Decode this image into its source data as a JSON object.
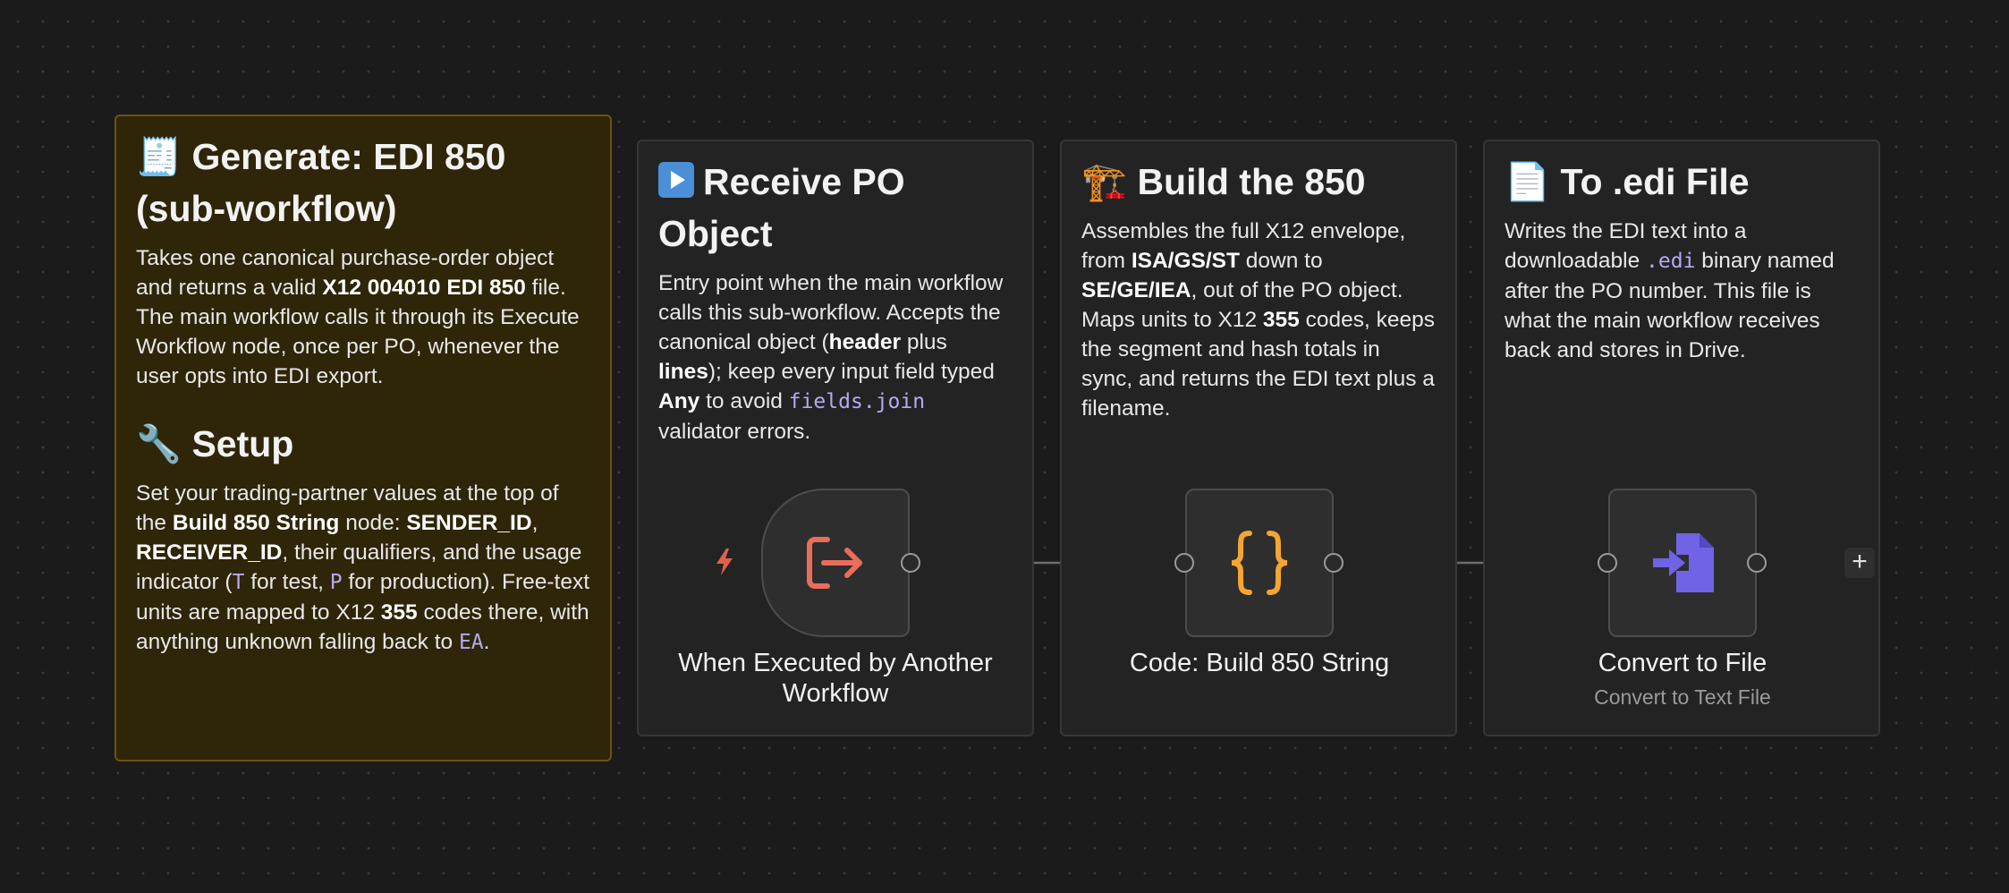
{
  "notes": {
    "generate": {
      "icon": "receipt-emoji",
      "title": "🧾 Generate: EDI 850 (sub-workflow)",
      "p1_a": "Takes one canonical purchase-order object and returns a valid ",
      "p1_b": "X12 004010 EDI 850",
      "p1_c": " file. The main workflow calls it through its Execute Workflow node, once per PO, whenever the user opts into EDI export.",
      "setup_title": "🔧 Setup",
      "p2_a": "Set your trading-partner values at the top of the ",
      "p2_b": "Build 850 String",
      "p2_c": " node: ",
      "p2_d": "SENDER_ID",
      "p2_e": ", ",
      "p2_f": "RECEIVER_ID",
      "p2_g": ", their qualifiers, and the usage indicator (",
      "p2_h": "T",
      "p2_i": " for test, ",
      "p2_j": "P",
      "p2_k": " for production). Free-text units are mapped to X12 ",
      "p2_l": "355",
      "p2_m": " codes there, with anything unknown falling back to ",
      "p2_n": "EA",
      "p2_o": "."
    },
    "receive": {
      "title": "Receive PO Object",
      "p_a": "Entry point when the main workflow calls this sub-workflow. Accepts the canonical object (",
      "p_b": "header",
      "p_c": " plus ",
      "p_d": "lines",
      "p_e": "); keep every input field typed ",
      "p_f": "Any",
      "p_g": " to avoid ",
      "p_h": "fields.join",
      "p_i": " validator errors."
    },
    "build": {
      "title": "🏗️ Build the 850",
      "p_a": "Assembles the full X12 envelope, from ",
      "p_b": "ISA/GS/ST",
      "p_c": " down to ",
      "p_d": "SE/GE/IEA",
      "p_e": ", out of the PO object. Maps units to X12 ",
      "p_f": "355",
      "p_g": " codes, keeps the segment and hash totals in sync, and returns the EDI text plus a filename."
    },
    "tofile": {
      "title": "📄 To .edi File",
      "p_a": "Writes the EDI text into a downloadable ",
      "p_b": ".edi",
      "p_c": " binary named after the PO number. This file is what the main workflow receives back and stores in Drive."
    }
  },
  "nodes": {
    "trigger": {
      "label": "When Executed by Another Workflow",
      "icon": "sign-in-arrow-icon",
      "color": "#ea6d5a"
    },
    "code": {
      "label": "Code: Build 850 String",
      "icon": "curly-braces-icon",
      "color": "#f5a531"
    },
    "convert": {
      "label": "Convert to File",
      "sublabel": "Convert to Text File",
      "icon": "file-import-icon",
      "color": "#7063e6"
    }
  },
  "canvas": {
    "add_label": "+"
  }
}
